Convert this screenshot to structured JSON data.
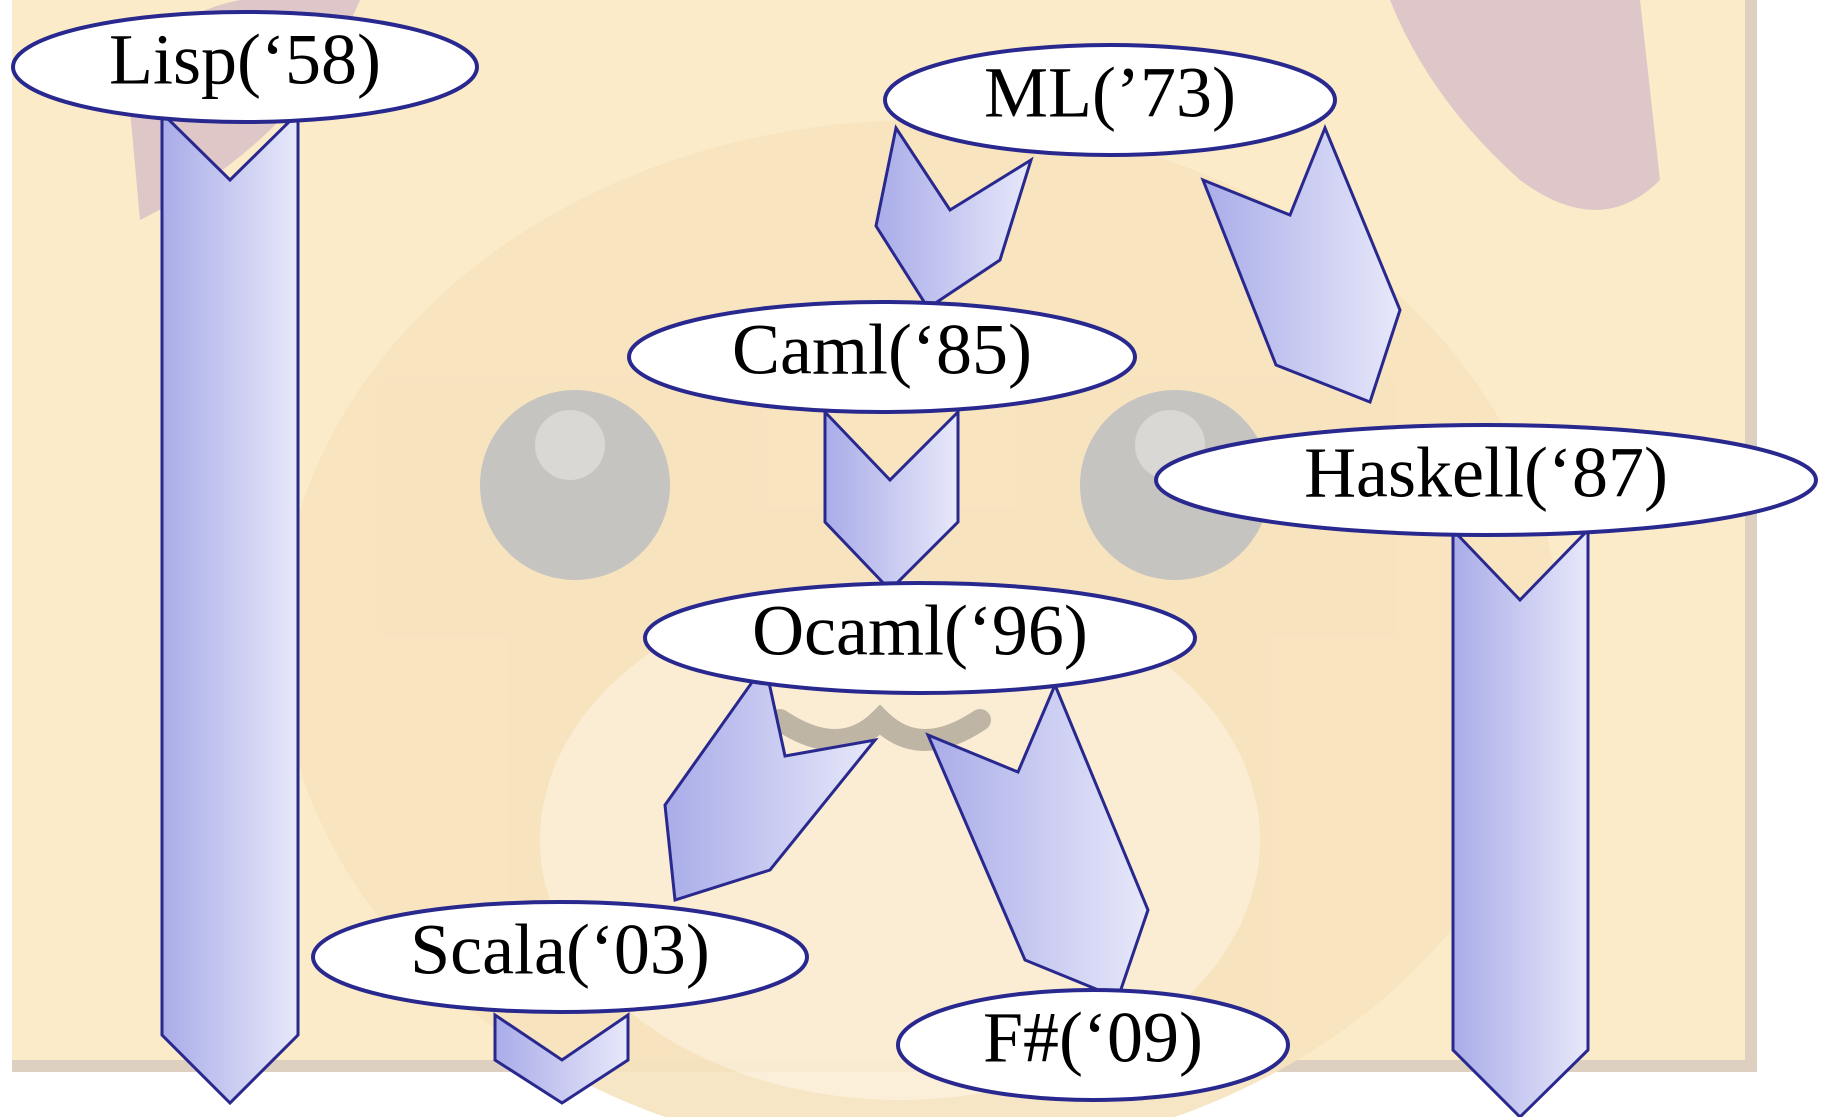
{
  "diagram": {
    "nodes": [
      {
        "id": "lisp",
        "label": "Lisp(‘58)"
      },
      {
        "id": "ml",
        "label": "ML(’73)"
      },
      {
        "id": "caml",
        "label": "Caml(‘85)"
      },
      {
        "id": "haskell",
        "label": "Haskell(‘87)"
      },
      {
        "id": "ocaml",
        "label": "Ocaml(‘96)"
      },
      {
        "id": "scala",
        "label": "Scala(‘03)"
      },
      {
        "id": "fsharp",
        "label": "F#(‘09)"
      }
    ],
    "edges": [
      {
        "from": "ml",
        "to": "caml"
      },
      {
        "from": "ml",
        "to": "haskell"
      },
      {
        "from": "caml",
        "to": "ocaml"
      },
      {
        "from": "ocaml",
        "to": "scala"
      },
      {
        "from": "ocaml",
        "to": "fsharp"
      }
    ]
  },
  "colors": {
    "background": "#fbebc9",
    "panel_border": "#ddd0c0",
    "arrow_fill_dark": "#a9ace8",
    "arrow_fill_light": "#e7e8fa",
    "outline": "#28288e",
    "node_fill": "#ffffff",
    "mascot_ear": "#d9c4c7",
    "mascot_eye": "#c0c0c0"
  }
}
